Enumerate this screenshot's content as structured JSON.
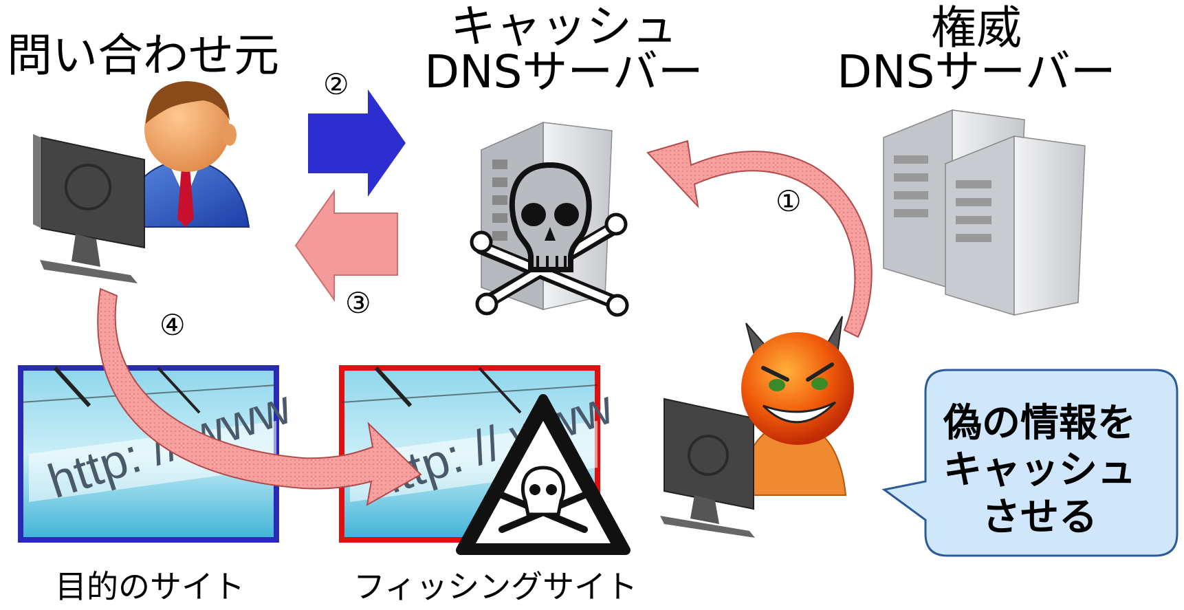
{
  "labels": {
    "client": "問い合わせ元",
    "cache_line1": "キャッシュ",
    "cache_line2": "DNSサーバー",
    "auth_line1": "権威",
    "auth_line2": "DNSサーバー",
    "target_site": "目的のサイト",
    "phishing_site": "フィッシングサイト"
  },
  "steps": {
    "s1": "①",
    "s2": "②",
    "s3": "③",
    "s4": "④"
  },
  "bubble": {
    "line1": "偽の情報を",
    "line2": "キャッシュ",
    "line3": "させる"
  },
  "url_text": "http: // www",
  "colors": {
    "blue_arrow": "#2e2ed0",
    "pink_arrow": "#f49a9a",
    "target_border": "#2a2ab8",
    "phishing_border": "#e01010",
    "bubble_fill": "#cfe6fb",
    "bubble_border": "#2a5a9a"
  }
}
